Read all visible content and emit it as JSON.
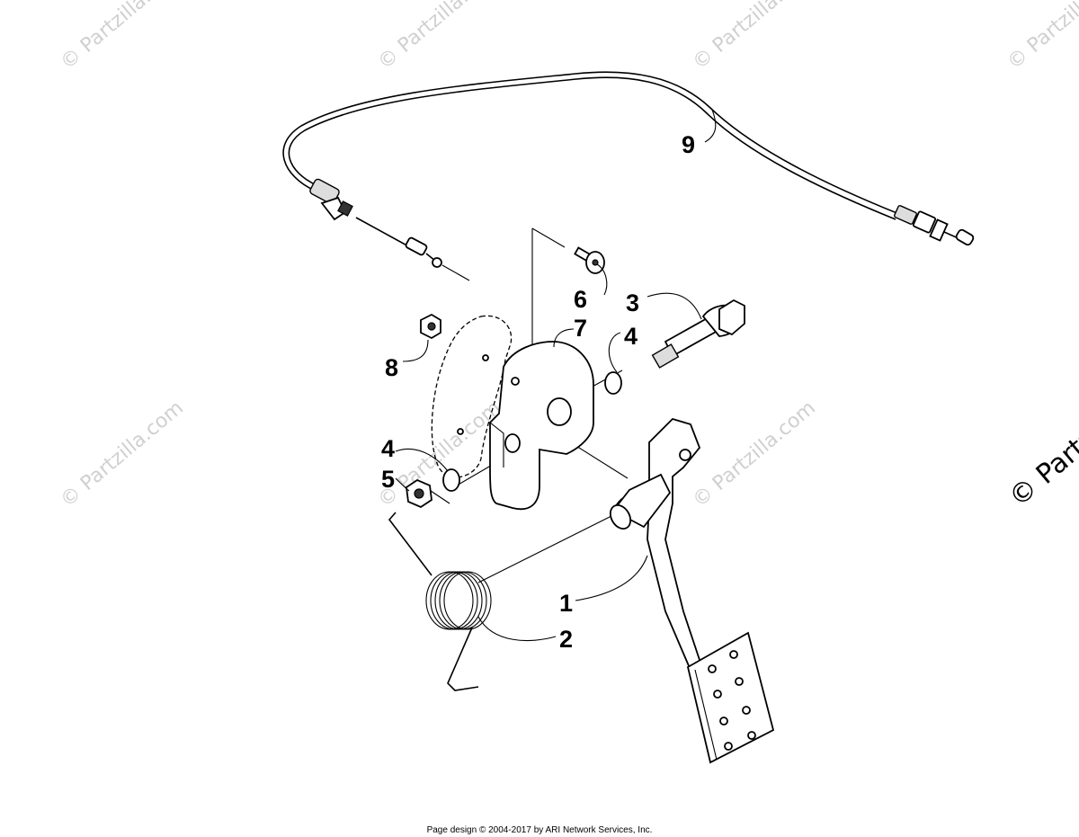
{
  "watermark": {
    "text": "© Partzilla.com",
    "edge_text": "© Partzill"
  },
  "callouts": {
    "c1": "1",
    "c2": "2",
    "c3": "3",
    "c4a": "4",
    "c4b": "4",
    "c5": "5",
    "c6": "6",
    "c7": "7",
    "c8": "8",
    "c9": "9"
  },
  "footer": {
    "copyright": "Page design © 2004-2017 by ARI Network Services, Inc."
  }
}
